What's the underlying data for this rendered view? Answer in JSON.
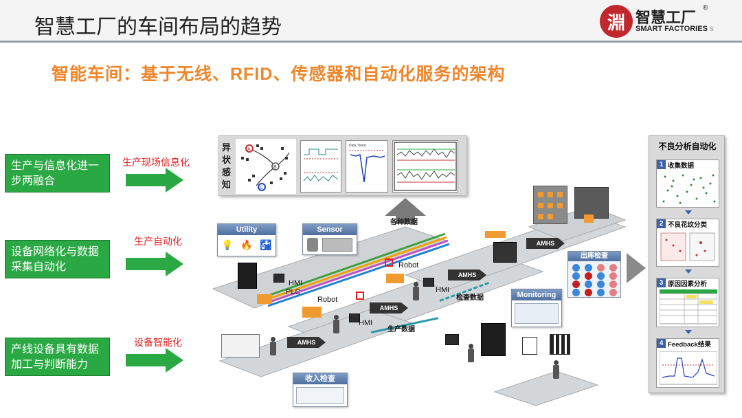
{
  "header": {
    "title": "智慧工厂的车间布局的趋势",
    "logo_mark": "淵",
    "logo_cn": "智慧工厂",
    "logo_reg": "®",
    "logo_en": "SMART FACTORIES",
    "logo_fragment": "S"
  },
  "subtitle": "智能车间：基于无线、RFID、传感器和自动化服务的架构",
  "left_boxes": [
    {
      "text": "生产与信息化进一步两融合",
      "arrow_label": "生产现场信息化"
    },
    {
      "text": "设备网络化与数据采集自动化",
      "arrow_label": "生产自动化"
    },
    {
      "text": "产线设备具有数据加工与判断能力",
      "arrow_label": "设备智能化"
    }
  ],
  "anomaly": {
    "label": "异状感知",
    "node_letters": [
      "A",
      "B",
      "C"
    ],
    "panel_title": "Data Trend"
  },
  "flow_label": "各种数据",
  "cards": {
    "utility": "Utility",
    "sensor": "Sensor",
    "monitoring": "Monitoring",
    "incoming": "收入检查",
    "outgoing": "出库检查"
  },
  "labels": {
    "hmi": "HMI",
    "plc": "PLC",
    "robot": "Robot",
    "amhs": "AMHS",
    "inspection_data": "检查数据",
    "production_data": "生产数据"
  },
  "right_panel": {
    "title": "不良分析自动化",
    "steps": [
      {
        "num": "1",
        "label": "收集数据"
      },
      {
        "num": "2",
        "label": "不良花纹分类"
      },
      {
        "num": "3",
        "label": "原因因素分析"
      },
      {
        "num": "4",
        "label": "Feedback结果"
      }
    ]
  },
  "colors": {
    "green": "#2aa843",
    "orange": "#f0862b",
    "red": "#e02020",
    "blue": "#3d62a8"
  }
}
